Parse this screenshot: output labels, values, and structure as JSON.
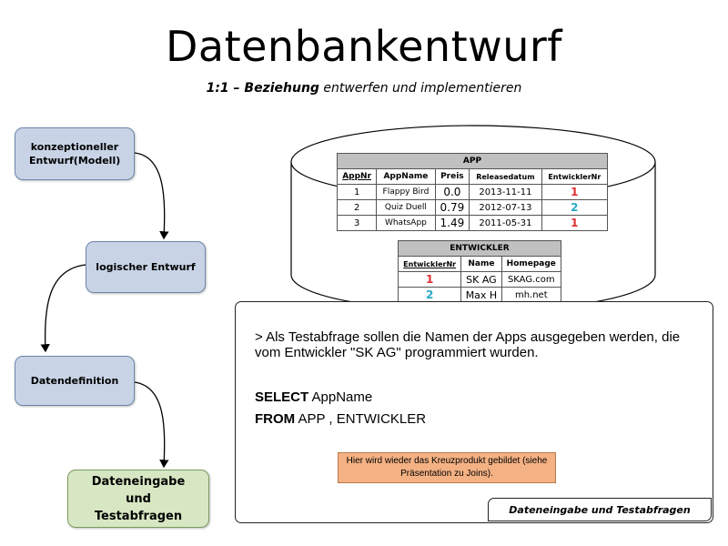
{
  "title": "Datenbankentwurf",
  "subtitle": {
    "bold": "1:1 – Beziehung",
    "rest": " entwerfen und implementieren"
  },
  "flow": {
    "step1": "konzeptioneller Entwurf(Modell)",
    "step2": "logischer Entwurf",
    "step3": "Datendefinition",
    "step4": "Dateneingabe und Testabfragen"
  },
  "app_table": {
    "name": "APP",
    "headers": [
      "AppNr",
      "AppName",
      "Preis",
      "Releasedatum",
      "EntwicklerNr"
    ],
    "rows": [
      [
        "1",
        "Flappy Bird",
        "0.0",
        "2013-11-11",
        "1"
      ],
      [
        "2",
        "Quiz Duell",
        "0.79",
        "2012-07-13",
        "2"
      ],
      [
        "3",
        "WhatsApp",
        "1.49",
        "2011-05-31",
        "1"
      ]
    ]
  },
  "entwickler_table": {
    "name": "ENTWICKLER",
    "headers": [
      "EntwicklerNr",
      "Name",
      "Homepage"
    ],
    "rows": [
      [
        "1",
        "SK AG",
        "SKAG.com"
      ],
      [
        "2",
        "Max H",
        "mh.net"
      ]
    ]
  },
  "query": {
    "description": "> Als Testabfrage sollen die Namen der Apps ausgegeben werden, die vom Entwickler \"SK AG\" programmiert wurden.",
    "select_kw": "SELECT",
    "select_rest": " AppName",
    "from_kw": "FROM",
    "from_rest": " APP , ENTWICKLER",
    "note": "Hier wird wieder das Kreuzprodukt gebildet (siehe Präsentation zu Joins).",
    "footer": "Dateneingabe und Testabfragen"
  },
  "colors": {
    "flow_blue": "#c8d4e6",
    "flow_green": "#d7e7c3",
    "note_orange": "#f4b183",
    "fk_red": "#e03030",
    "fk_cyan": "#2aa8c8"
  }
}
